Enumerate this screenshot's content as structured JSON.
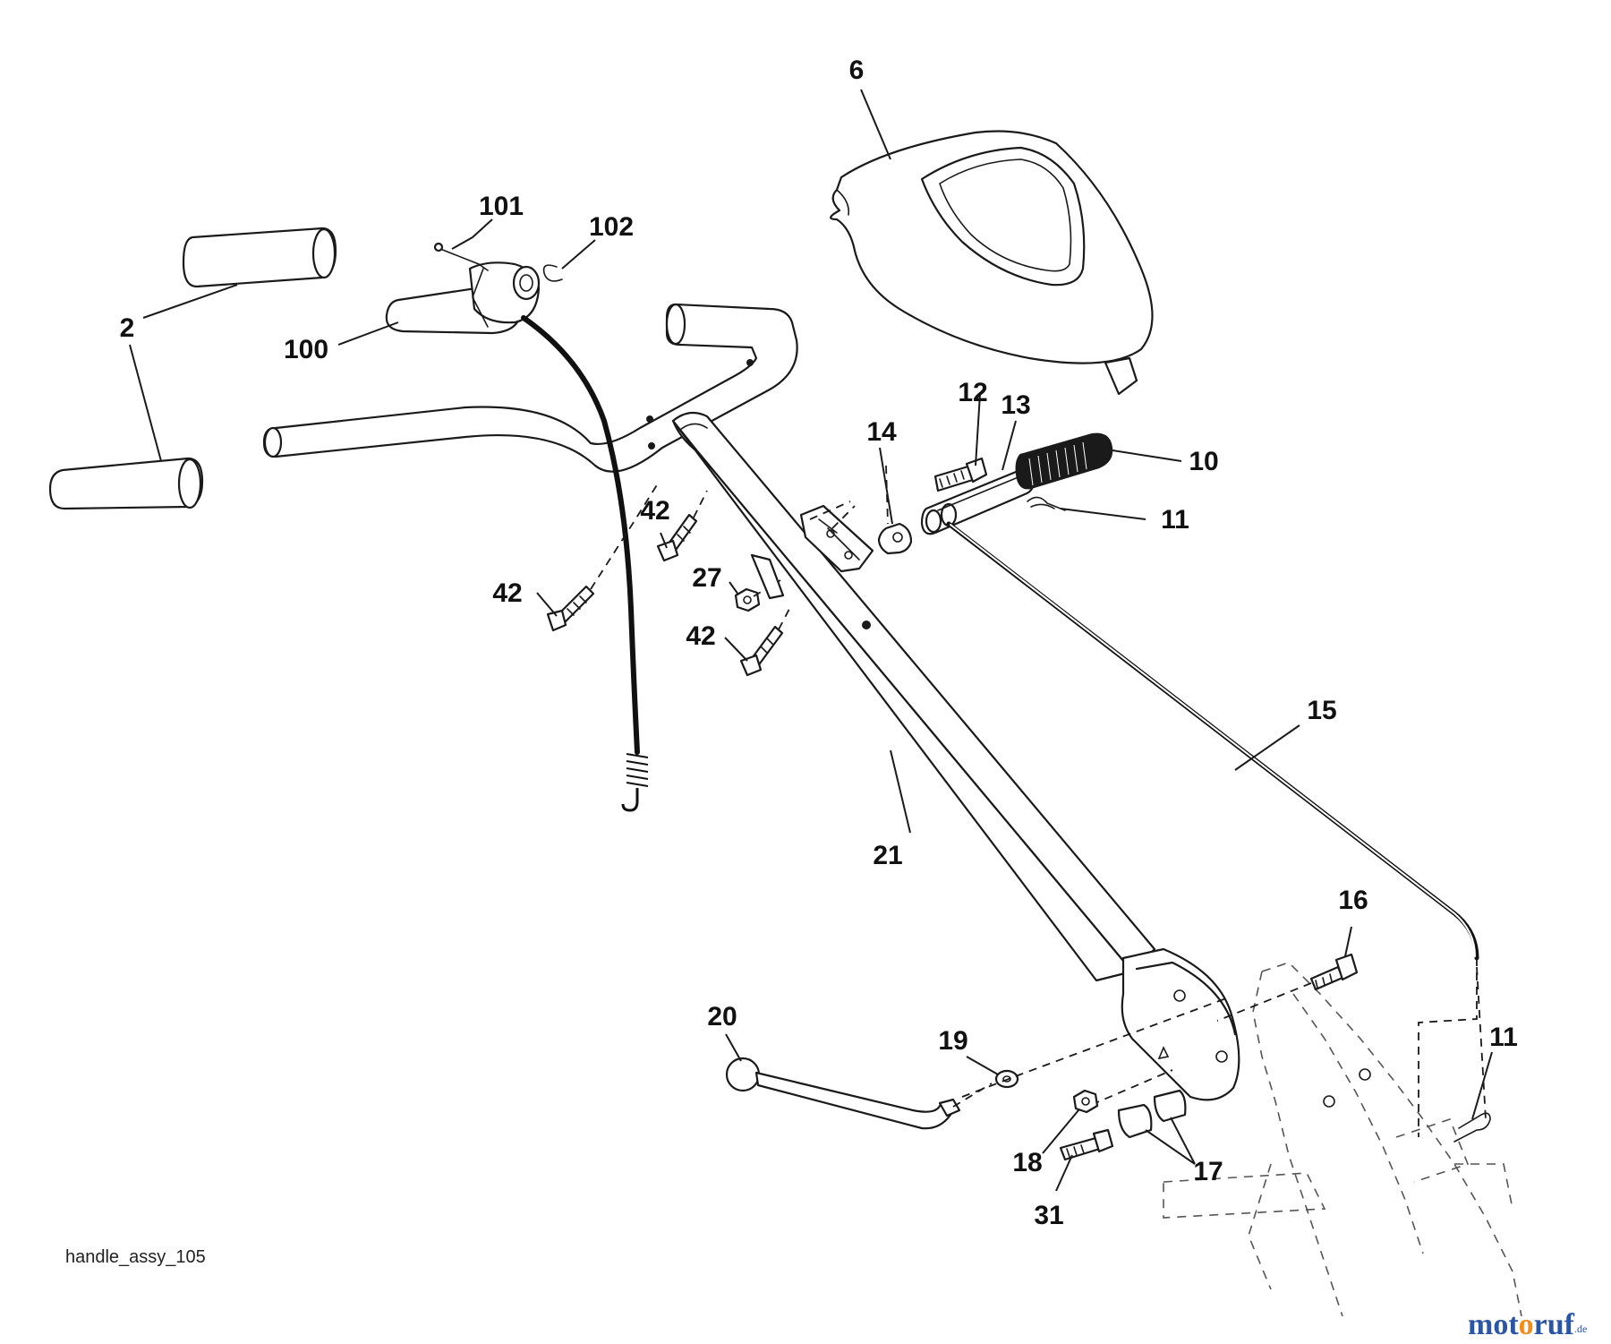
{
  "diagram_caption": "handle_assy_105",
  "watermark": {
    "main": "motoruf",
    "tld": ".de",
    "colors": {
      "blue": "#2b55a6",
      "orange": "#f28c1c"
    }
  },
  "callouts": {
    "c2": "2",
    "c6": "6",
    "c10": "10",
    "c11a": "11",
    "c11b": "11",
    "c12": "12",
    "c13": "13",
    "c14": "14",
    "c15": "15",
    "c16": "16",
    "c17": "17",
    "c18": "18",
    "c19": "19",
    "c20": "20",
    "c21": "21",
    "c27": "27",
    "c31": "31",
    "c42a": "42",
    "c42b": "42",
    "c42c": "42",
    "c100": "100",
    "c101": "101",
    "c102": "102"
  }
}
